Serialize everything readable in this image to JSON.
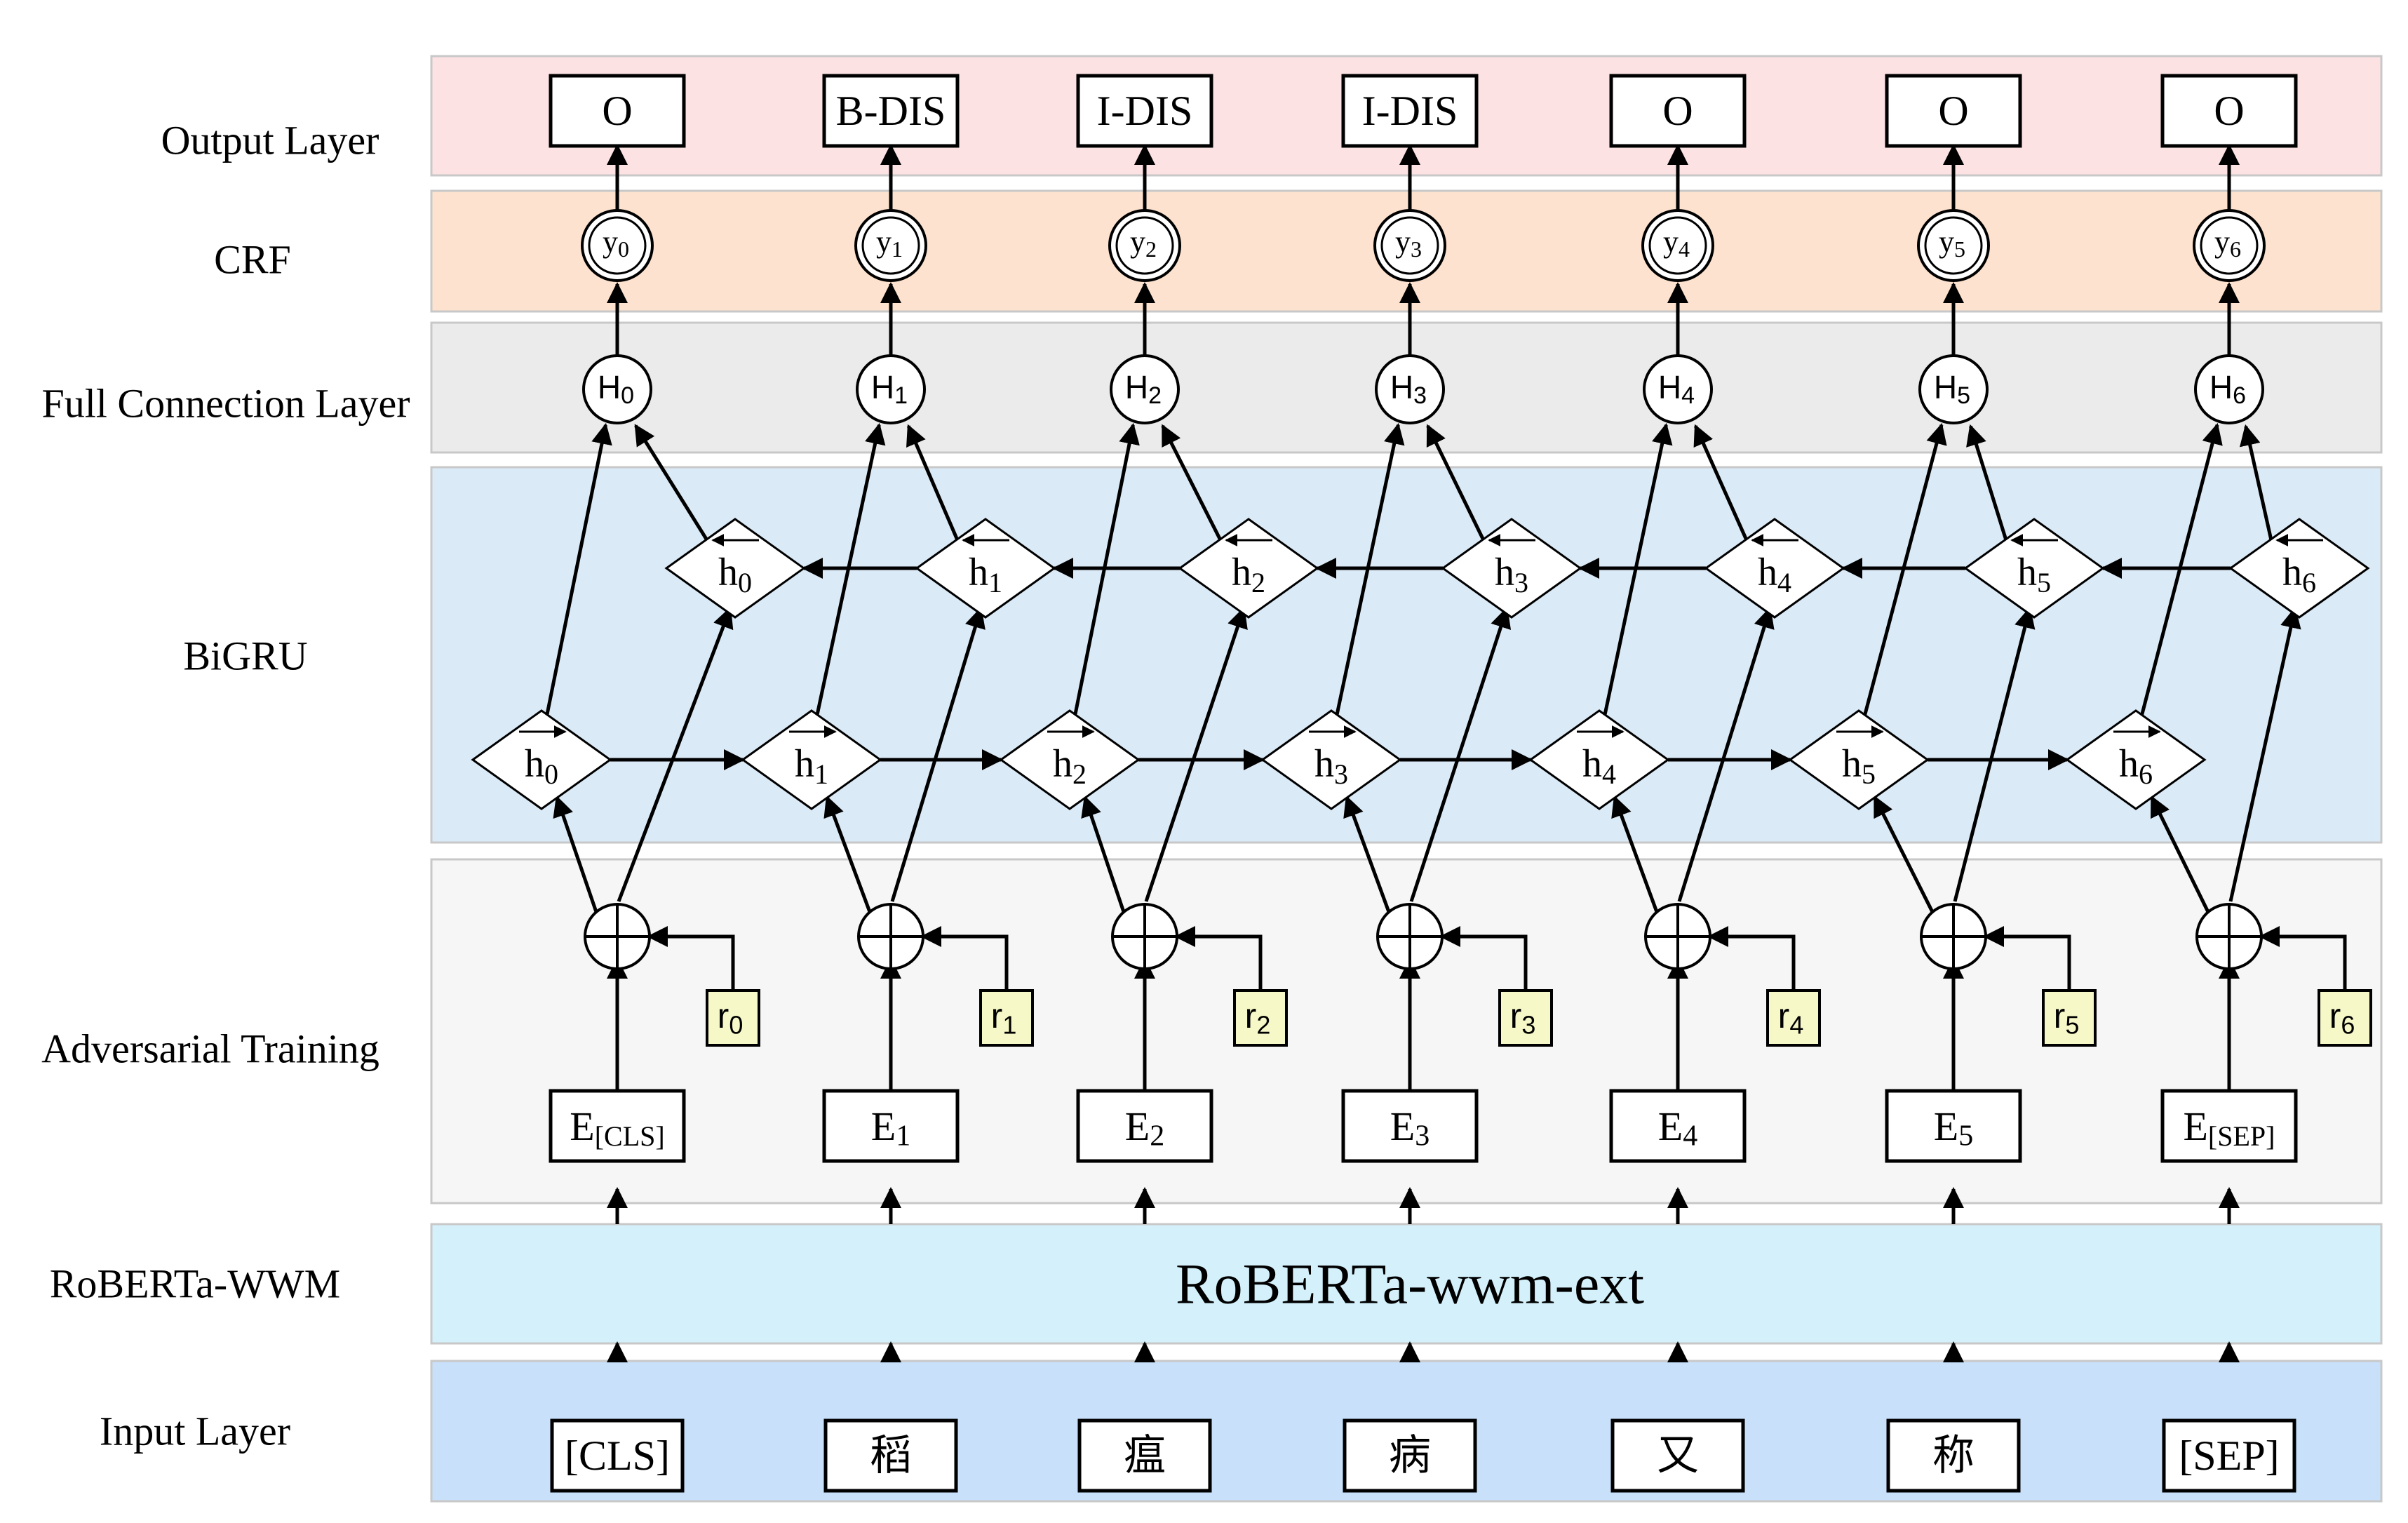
{
  "layers": [
    {
      "key": "output",
      "label": "Output Layer",
      "fill": "#fde2e4"
    },
    {
      "key": "crf",
      "label": "CRF",
      "fill": "#fde3cf"
    },
    {
      "key": "fc",
      "label": "Full Connection Layer",
      "fill": "#ebebeb"
    },
    {
      "key": "bigru",
      "label": "BiGRU",
      "fill": "#dbeaf7"
    },
    {
      "key": "adv",
      "label": "Adversarial Training",
      "fill": "#f6f6f6"
    },
    {
      "key": "roberta",
      "label": "RoBERTa-WWM",
      "fill": "#d4f1fb"
    },
    {
      "key": "input",
      "label": "Input Layer",
      "fill": "#c8e0fa"
    }
  ],
  "roberta_block": "RoBERTa-wwm-ext",
  "columns": [
    {
      "input": "[CLS]",
      "emb": "E",
      "emb_sub": "[CLS]",
      "output": "O",
      "r_sub": "0",
      "idx": "0"
    },
    {
      "input": "稻",
      "emb": "E",
      "emb_sub": "1",
      "output": "B-DIS",
      "r_sub": "1",
      "idx": "1"
    },
    {
      "input": "瘟",
      "emb": "E",
      "emb_sub": "2",
      "output": "I-DIS",
      "r_sub": "2",
      "idx": "2"
    },
    {
      "input": "病",
      "emb": "E",
      "emb_sub": "3",
      "output": "I-DIS",
      "r_sub": "3",
      "idx": "3"
    },
    {
      "input": "又",
      "emb": "E",
      "emb_sub": "4",
      "output": "O",
      "r_sub": "4",
      "idx": "4"
    },
    {
      "input": "称",
      "emb": "E",
      "emb_sub": "5",
      "output": "O",
      "r_sub": "5",
      "idx": "5"
    },
    {
      "input": "[SEP]",
      "emb": "E",
      "emb_sub": "[SEP]",
      "output": "O",
      "r_sub": "6",
      "idx": "6"
    }
  ],
  "symbols": {
    "y": "y",
    "H": "H",
    "h": "h",
    "r": "r"
  },
  "colors": {
    "perturbation": "#f7f8c8",
    "stroke": "#000000"
  }
}
